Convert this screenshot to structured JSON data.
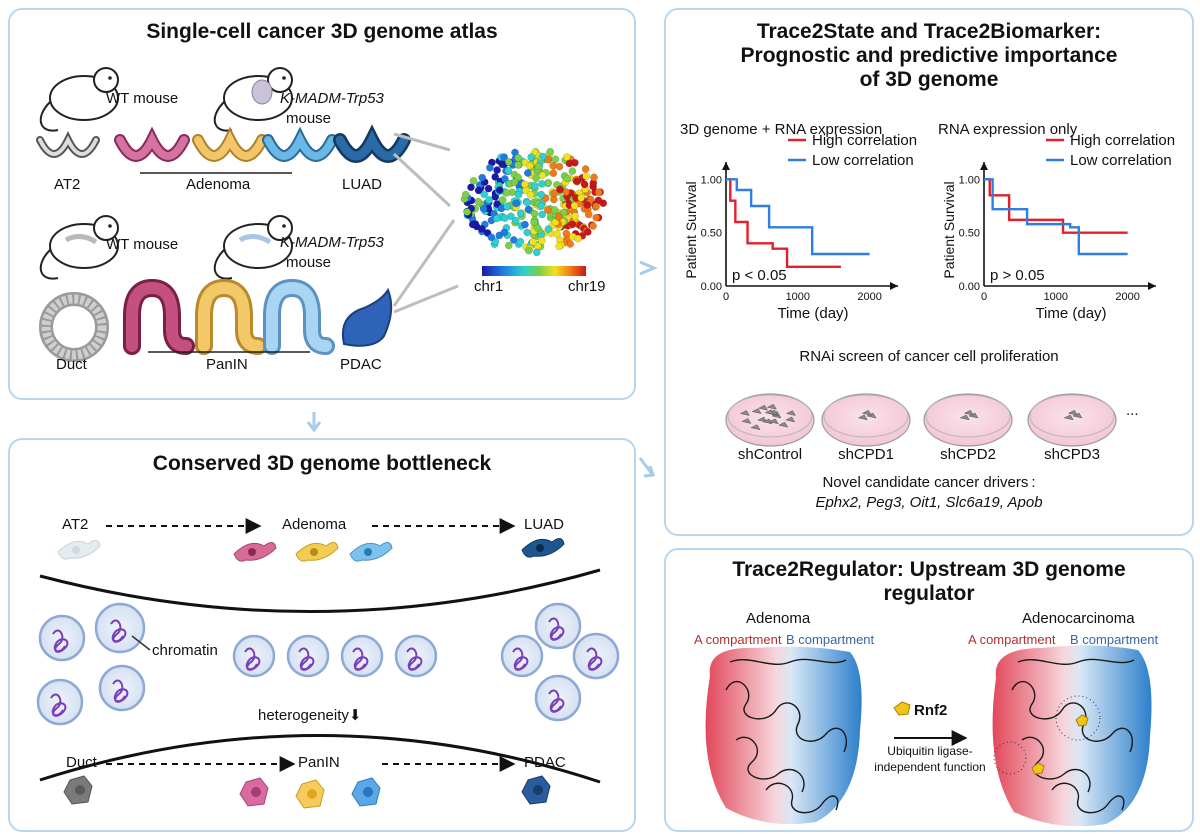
{
  "atlas": {
    "title": "Single-cell cancer 3D genome atlas",
    "lung": {
      "wt_mouse": "WT mouse",
      "model_mouse_italic": "K-MADM-Trp53",
      "model_mouse_suffix": "mouse",
      "stages": [
        "AT2",
        "Adenoma",
        "LUAD"
      ]
    },
    "pancreas": {
      "wt_mouse": "WT mouse",
      "model_mouse_italic": "K-MADM-Trp53",
      "model_mouse_suffix": "mouse",
      "stages": [
        "Duct",
        "PanIN",
        "PDAC"
      ]
    },
    "colorbar": {
      "start": "chr1",
      "end": "chr19"
    }
  },
  "trace2state": {
    "title_lines": [
      "Trace2State and Trace2Biomarker:",
      "Prognostic and predictive importance",
      "of 3D genome"
    ],
    "colors": {
      "high": "#e0202a",
      "low": "#2f7fe0"
    },
    "chart_data": [
      {
        "type": "line",
        "title": "3D genome + RNA expression",
        "xlabel": "Time (day)",
        "ylabel": "Patient Survival",
        "xlim": [
          0,
          2200
        ],
        "ylim": [
          0,
          1.05
        ],
        "xticks": [
          "0",
          "1000",
          "2000"
        ],
        "yticks": [
          "0.00",
          "0.50",
          "1.00"
        ],
        "pvalue": "p < 0.05",
        "series": [
          {
            "name": "High correlation",
            "color": "#e0202a",
            "x": [
              0,
              60,
              60,
              130,
              130,
              300,
              300,
              650,
              650,
              850,
              850,
              1600
            ],
            "y": [
              1.0,
              1.0,
              0.8,
              0.8,
              0.6,
              0.6,
              0.4,
              0.4,
              0.35,
              0.35,
              0.18,
              0.18
            ]
          },
          {
            "name": "Low correlation",
            "color": "#2f7fe0",
            "x": [
              0,
              150,
              150,
              350,
              350,
              600,
              600,
              1200,
              1200,
              2000
            ],
            "y": [
              1.0,
              1.0,
              0.9,
              0.9,
              0.75,
              0.75,
              0.55,
              0.55,
              0.3,
              0.3
            ]
          }
        ]
      },
      {
        "type": "line",
        "title": "RNA expression only",
        "xlabel": "Time (day)",
        "ylabel": "Patient Survival",
        "xlim": [
          0,
          2200
        ],
        "ylim": [
          0,
          1.05
        ],
        "xticks": [
          "0",
          "1000",
          "2000"
        ],
        "yticks": [
          "0.00",
          "0.50",
          "1.00"
        ],
        "pvalue": "p > 0.05",
        "series": [
          {
            "name": "High correlation",
            "color": "#e0202a",
            "x": [
              0,
              80,
              80,
              350,
              350,
              1100,
              1100,
              2000
            ],
            "y": [
              1.0,
              1.0,
              0.85,
              0.85,
              0.62,
              0.62,
              0.5,
              0.5
            ]
          },
          {
            "name": "Low correlation",
            "color": "#2f7fe0",
            "x": [
              0,
              120,
              120,
              600,
              600,
              1200,
              1200,
              1320,
              1320,
              2000
            ],
            "y": [
              1.0,
              1.0,
              0.72,
              0.72,
              0.58,
              0.58,
              0.55,
              0.55,
              0.3,
              0.3
            ]
          }
        ]
      }
    ],
    "rnai": {
      "title": "RNAi screen of cancer cell proliferation",
      "dishes": [
        "shControl",
        "shCPD1",
        "shCPD2",
        "shCPD3"
      ],
      "ellipsis": "...",
      "drivers_label": "Novel candidate cancer drivers :",
      "drivers": "Ephx2, Peg3, Oit1, Slc6a19, Apob"
    }
  },
  "bottleneck": {
    "title": "Conserved 3D genome bottleneck",
    "top_stages": [
      "AT2",
      "Adenoma",
      "LUAD"
    ],
    "bottom_stages": [
      "Duct",
      "PanIN",
      "PDAC"
    ],
    "chromatin_label": "chromatin",
    "heterogeneity_label": "heterogeneity",
    "down_arrow": "⬇"
  },
  "regulator": {
    "title_lines": [
      "Trace2Regulator: Upstream 3D genome",
      "regulator"
    ],
    "left": {
      "title": "Adenoma",
      "a": "A compartment",
      "b": "B compartment"
    },
    "right": {
      "title": "Adenocarcinoma",
      "a": "A compartment",
      "b": "B compartment"
    },
    "factor": "Rnf2",
    "note_lines": [
      "Ubiquitin ligase-",
      "independent function"
    ],
    "colors": {
      "a": "#b03030",
      "b": "#3a63a8"
    }
  }
}
